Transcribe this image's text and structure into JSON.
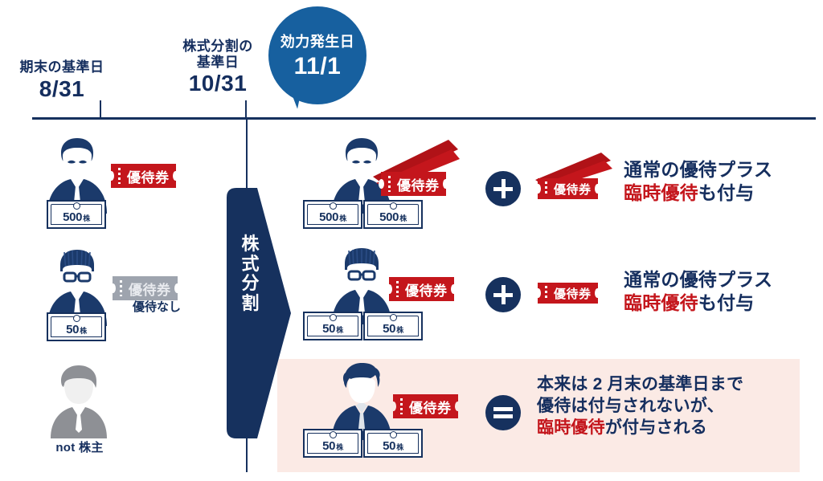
{
  "timeline": {
    "milestones": [
      {
        "id": "period-end",
        "caption": "期末の基準日",
        "date": "8/31"
      },
      {
        "id": "split-record",
        "caption": "株式分割の\n基準日",
        "caption_line1": "株式分割の",
        "caption_line2": "基準日",
        "date": "10/31"
      }
    ],
    "callout": {
      "caption": "効力発生日",
      "date": "11/1",
      "color": "#17609f"
    }
  },
  "split_arrow": {
    "label_line1": "株式",
    "label_line2": "分割",
    "color": "#16315e"
  },
  "rows": [
    {
      "id": "row-500",
      "before": {
        "shares_label": "500",
        "shares_unit": "株",
        "ticket_label": "優待券",
        "ticket_state": "granted"
      },
      "after": {
        "certificates": [
          {
            "value": "500",
            "unit": "株"
          },
          {
            "value": "500",
            "unit": "株"
          }
        ],
        "ticket_label": "優待券",
        "has_bonus_fan": true
      },
      "operator": "+",
      "extra_ticket_label": "優待券",
      "result": {
        "line1": "通常の優待プラス",
        "line2_red": "臨時優待",
        "line2_rest": "も付与"
      }
    },
    {
      "id": "row-50",
      "before": {
        "shares_label": "50",
        "shares_unit": "株",
        "ticket_label": "優待券",
        "ticket_state": "none",
        "note": "優待なし"
      },
      "after": {
        "certificates": [
          {
            "value": "50",
            "unit": "株"
          },
          {
            "value": "50",
            "unit": "株"
          }
        ],
        "ticket_label": "優待券",
        "has_bonus_fan": false
      },
      "operator": "+",
      "extra_ticket_label": "優待券",
      "result": {
        "line1": "通常の優待プラス",
        "line2_red": "臨時優待",
        "line2_rest": "も付与"
      }
    },
    {
      "id": "row-new",
      "before": {
        "caption": "not 株主"
      },
      "after": {
        "certificates": [
          {
            "value": "50",
            "unit": "株"
          },
          {
            "value": "50",
            "unit": "株"
          }
        ],
        "ticket_label": "優待券",
        "has_bonus_fan": false
      },
      "operator": "=",
      "result": {
        "line1": "本来は 2 月末の基準日まで",
        "line2": "優待は付与されないが、",
        "line3_red": "臨時優待",
        "line3_rest": "が付与される"
      }
    }
  ],
  "colors": {
    "navy": "#16315e",
    "navy_text": "#152e5e",
    "red": "#c4161c",
    "blue_bubble": "#17609f",
    "grey": "#9ea4ae",
    "pink_panel": "#fbeae5"
  }
}
